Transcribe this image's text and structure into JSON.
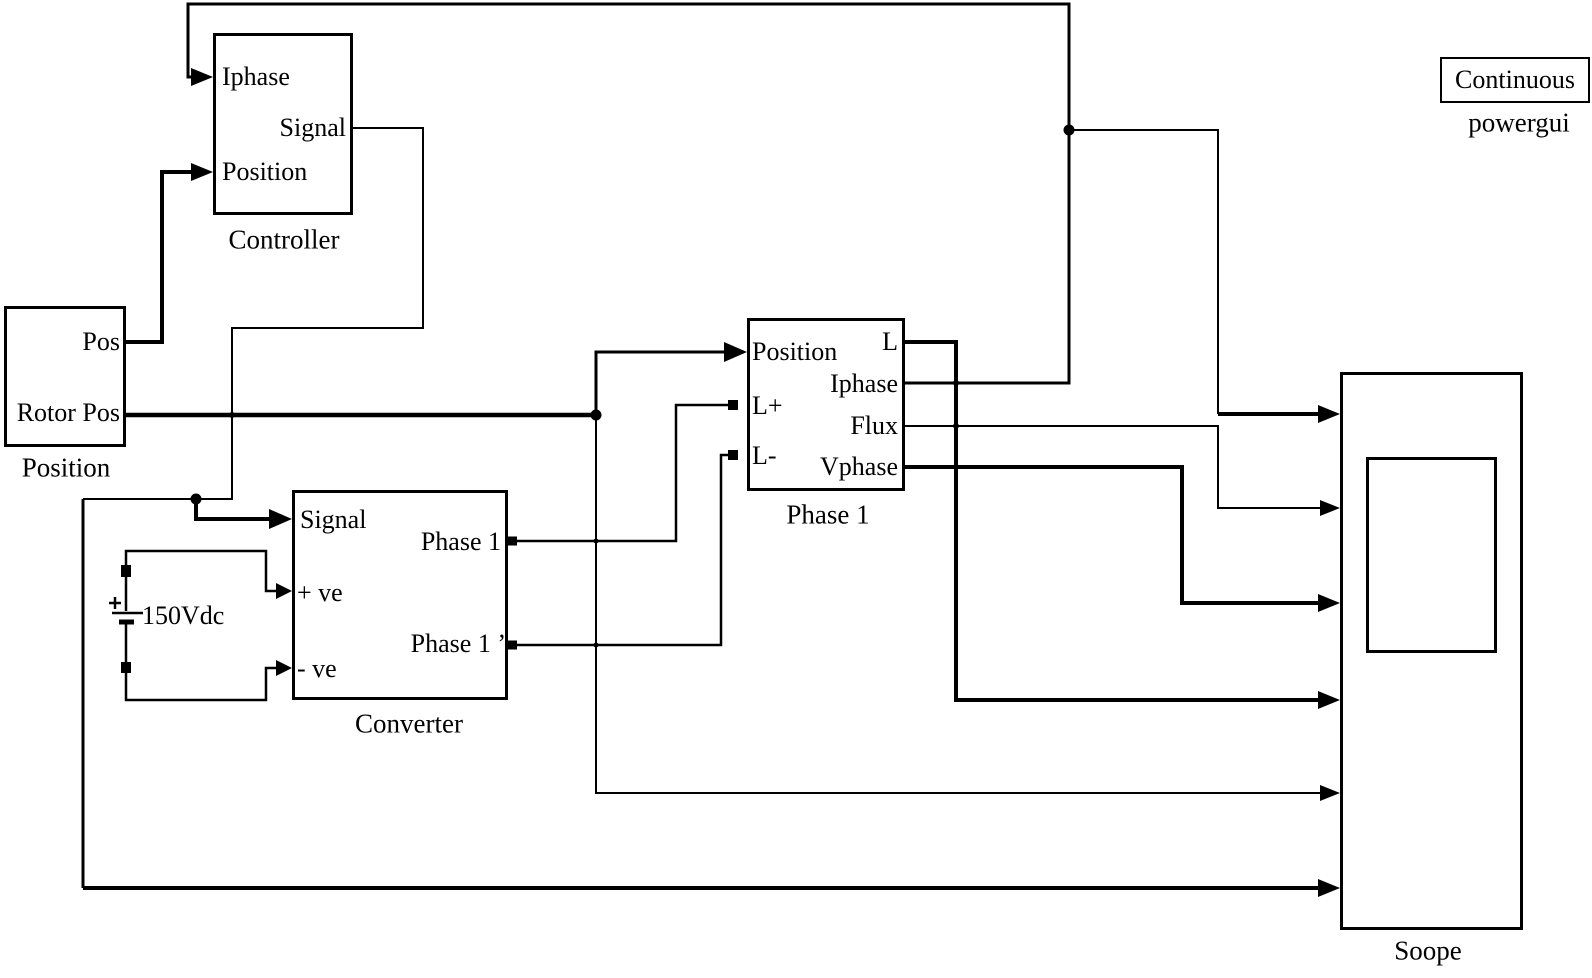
{
  "diagram": {
    "background": "#ffffff",
    "wire_color": "#000000",
    "blocks": {
      "controller": {
        "caption": "Controller",
        "ports": {
          "iphase": "Iphase",
          "signal": "Signal",
          "position": "Position"
        }
      },
      "position_sensor": {
        "caption": "Position",
        "ports": {
          "pos": "Pos",
          "rotor_pos": "Rotor Pos"
        }
      },
      "converter": {
        "caption": "Converter",
        "ports": {
          "signal": "Signal",
          "positive": "+ ve",
          "negative": "- ve",
          "phase1": "Phase 1",
          "phase1_prime": "Phase 1 ’"
        }
      },
      "dc_source": {
        "label": "150Vdc"
      },
      "phase1": {
        "caption": "Phase 1",
        "ports": {
          "position": "Position",
          "l_plus": "L+",
          "l_minus": "L-",
          "l": "L",
          "iphase": "Iphase",
          "flux": "Flux",
          "vphase": "Vphase"
        }
      },
      "scope": {
        "caption": "Soope"
      },
      "powergui": {
        "text": "Continuous",
        "caption": "powergui"
      }
    }
  }
}
